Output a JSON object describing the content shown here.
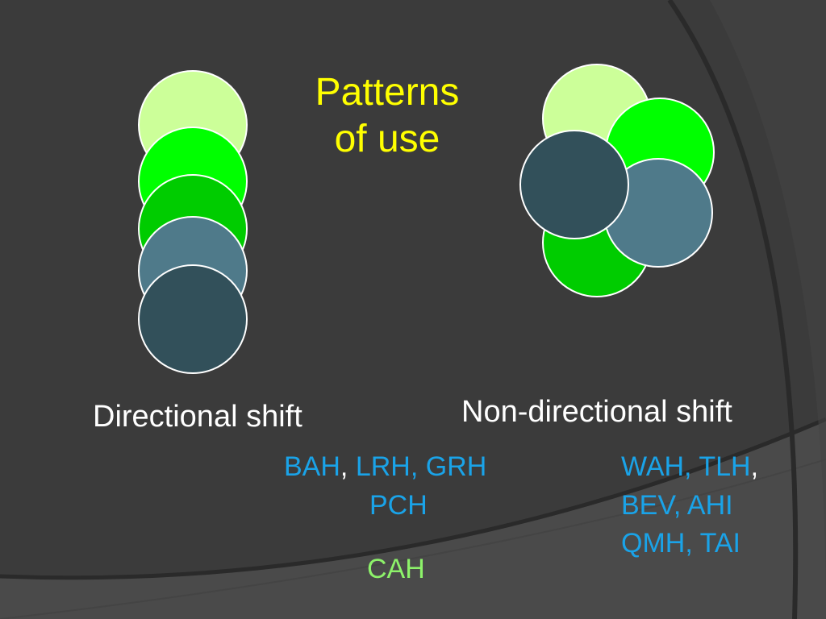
{
  "slide": {
    "title_line1": "Patterns",
    "title_line2": "of use",
    "directional_label": "Directional shift",
    "nondirectional_label": "Non-directional shift",
    "directional_codes": {
      "code1": "BAH",
      "sep1": ",",
      "code2": "LRH, GRH",
      "code3": "PCH"
    },
    "nondirectional_codes": {
      "line1_codes": "WAH, TLH",
      "line1_sep": ",",
      "line2": "BEV, AHI",
      "line3": "QMH, TAI"
    },
    "cah": "CAH"
  },
  "colors": {
    "background": "#3b3b3b",
    "title": "#ffff00",
    "code_blue": "#1aa3e8",
    "cah_green": "#8df26a",
    "circle_pale_green": "#ccff99",
    "circle_bright_green": "#00ff00",
    "circle_green": "#00cc00",
    "circle_teal": "#4f7a8a",
    "circle_dark_slate": "#32505a"
  }
}
